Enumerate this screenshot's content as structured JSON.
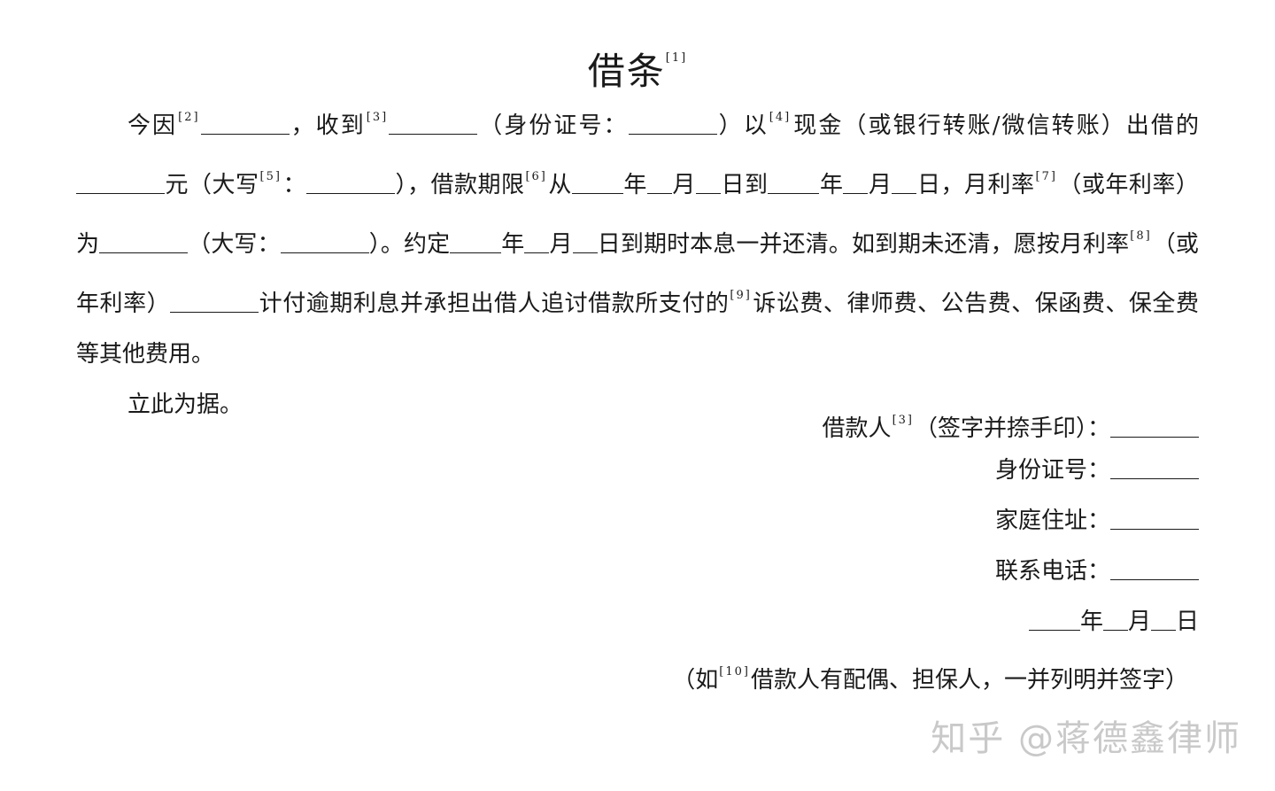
{
  "title": {
    "text": "借条",
    "note": "[1]"
  },
  "body": {
    "p1": {
      "t1": "今因",
      "n2": "[2]",
      "t2": "，收到",
      "n3": "[3]",
      "t3": "（身份证号：",
      "t4": "）以",
      "n4": "[4]",
      "t5": "现金（或银行转账/微信转账）出借的",
      "t6": "元（大写",
      "n5": "[5]",
      "t7": "：",
      "t8": "），借款期限",
      "n6": "[6]",
      "t9": "从",
      "year": "年",
      "month": "月",
      "day_to": "日到",
      "t10": "日，月利率",
      "n7": "[7]",
      "t11": "（或年利率）为",
      "t12": "（大写：",
      "t13": "）。约定",
      "t14": "日到期时本息一并还清。如到期未还清，愿按月利率",
      "n8": "[8]",
      "t15": "（或年利率）",
      "t16": "计付逾期利息并承担出借人追讨借款所支付的",
      "n9": "[9]",
      "t17": "诉讼费、律师费、公告费、保函费、保全费等其他费用。"
    },
    "p2": "立此为据。"
  },
  "signature": {
    "borrower_label": "借款人",
    "borrower_note": "[3]",
    "borrower_suffix": "（签字并捺手印）：",
    "id_label": "身份证号：",
    "address_label": "家庭住址：",
    "phone_label": "联系电话：",
    "year": "年",
    "month": "月",
    "day": "日"
  },
  "footnote": {
    "prefix": "（如",
    "note": "[10]",
    "text": "借款人有配偶、担保人，一并列明并签字）"
  },
  "watermark": "知乎 @蒋德鑫律师"
}
